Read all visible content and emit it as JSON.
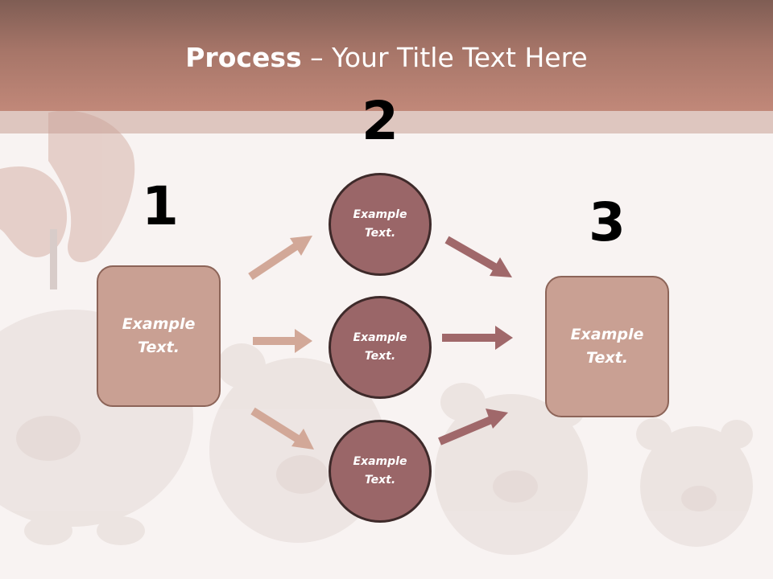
{
  "slide": {
    "title_bold": "Process",
    "title_rest": " – Your Title Text Here"
  },
  "steps": {
    "one": {
      "number": "1",
      "text": "Example Text."
    },
    "two": {
      "number": "2",
      "circles": [
        "Example Text.",
        "Example Text.",
        "Example Text."
      ]
    },
    "three": {
      "number": "3",
      "text": "Example Text."
    }
  },
  "colors": {
    "header": "#a67568",
    "box_fill": "#c9a093",
    "circle_fill": "#9a6668",
    "arrow_light": "#d2a898",
    "arrow_dark": "#a0686a"
  }
}
